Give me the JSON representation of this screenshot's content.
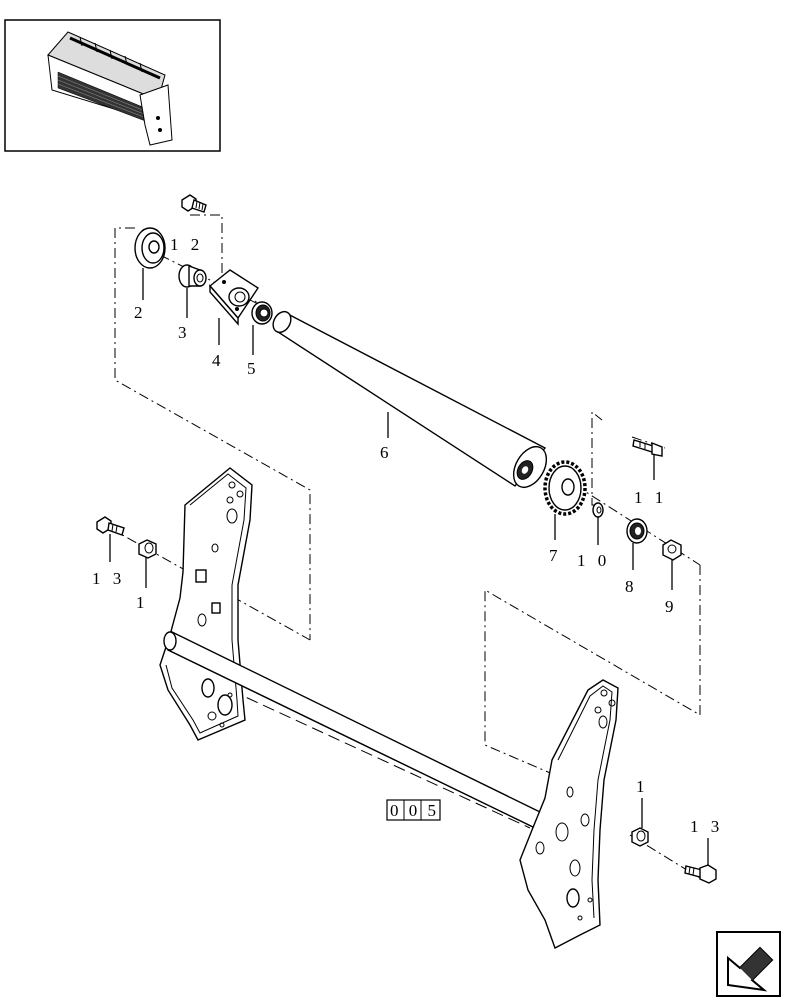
{
  "callouts": {
    "c1_left": "1",
    "c1_right": "1",
    "c2": "2",
    "c3": "3",
    "c4": "4",
    "c5": "5",
    "c6": "6",
    "c7": "7",
    "c8": "8",
    "c9": "9",
    "c10": "1 0",
    "c11": "1 1",
    "c12": "1 2",
    "c13_left": "1 3",
    "c13_right": "1 3"
  },
  "reference_box": {
    "label": "0 0 5"
  },
  "icons": {
    "thumbnail": "baler-pickup-thumbnail",
    "nav": "arrow-back-icon"
  }
}
